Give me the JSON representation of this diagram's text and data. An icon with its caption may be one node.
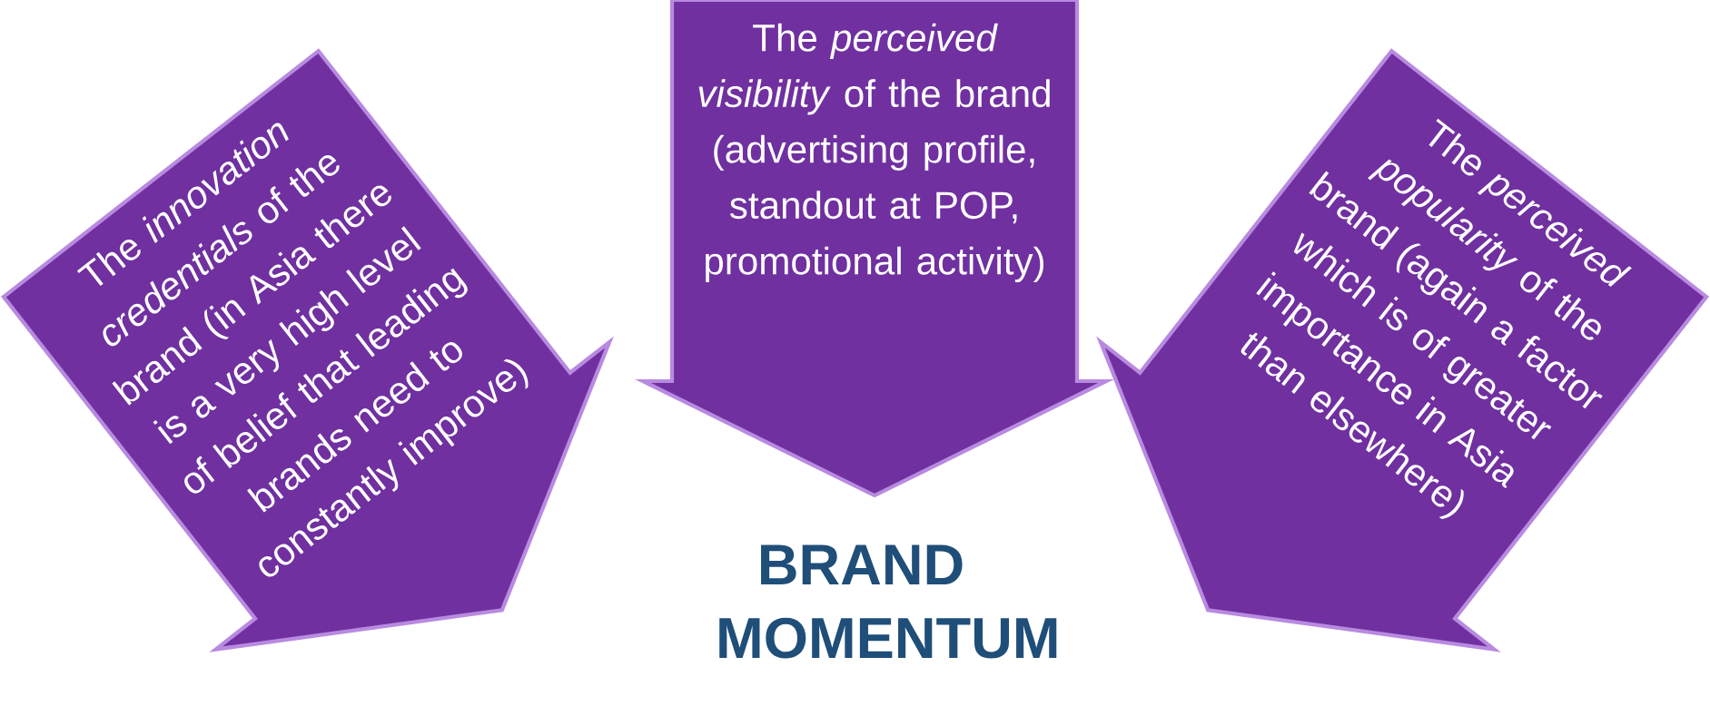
{
  "diagram": {
    "nodes": [
      {
        "text": [
          "The *innovation credentials* of the brand (in Asia there is a very high level of belief that leading brands need to constantly improve)"
        ]
      },
      {
        "text": [
          "The *perceived visibility* of the brand (advertising profile, standout at POP, promotional activity)"
        ]
      },
      {
        "text": [
          "The *perceived popularity* of the brand (again a factor which is of greater importance in Asia than elsewhere)"
        ]
      }
    ],
    "labels": [
      "BRAND MOMENTUM"
    ]
  }
}
